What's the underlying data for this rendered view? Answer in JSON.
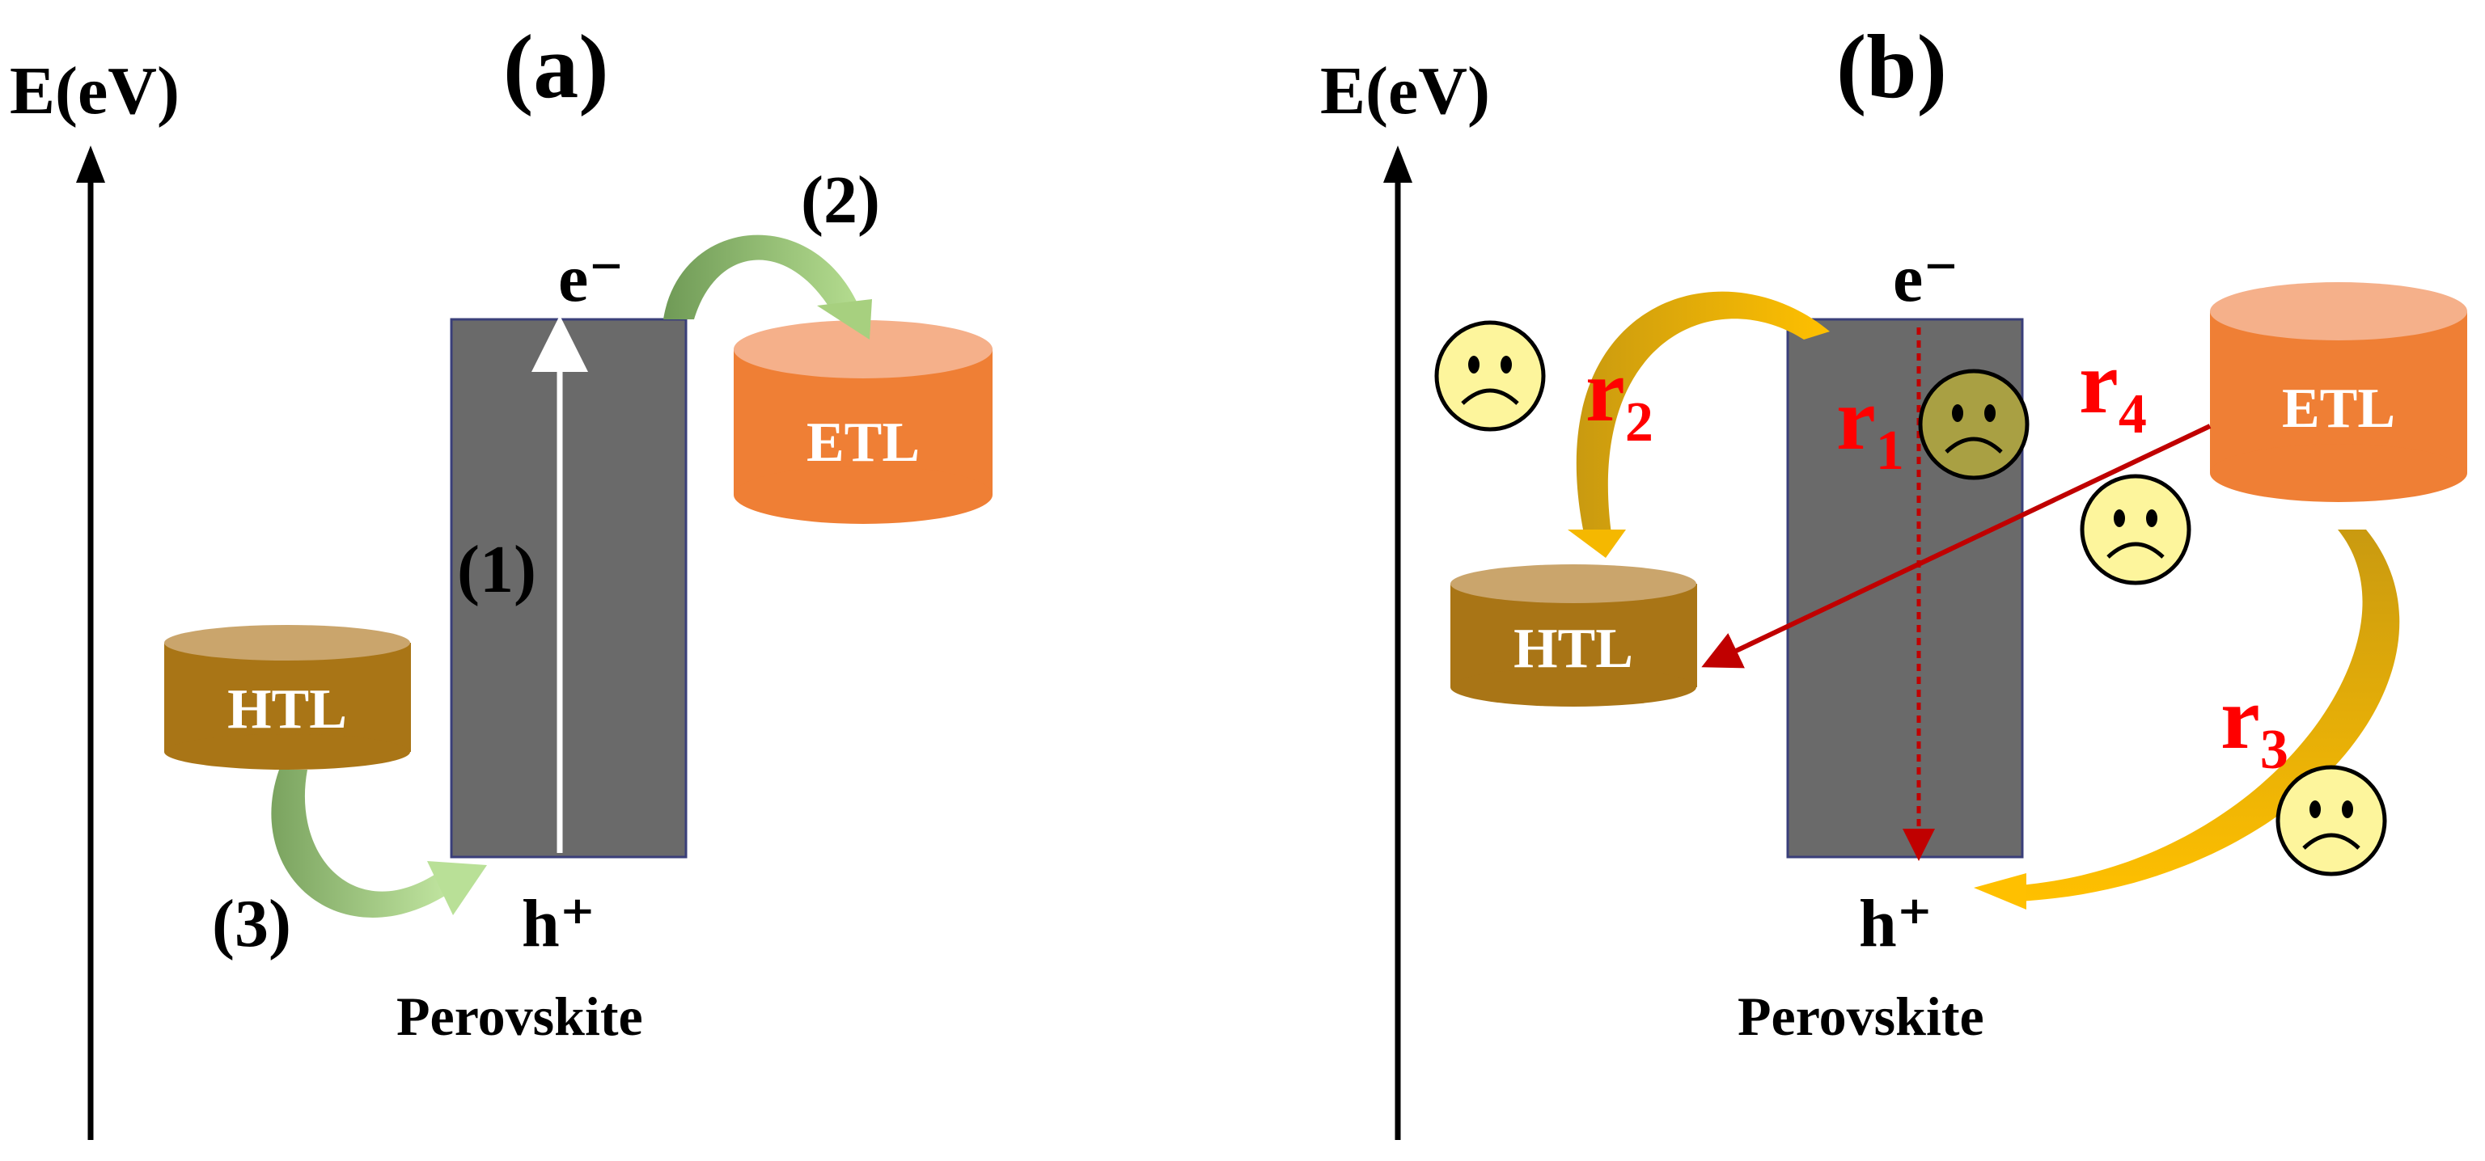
{
  "panel_a": {
    "axis_label": "E(eV)",
    "panel_label": "(a)",
    "electron_label": "e⁻",
    "hole_label": "h⁺",
    "material_label": "Perovskite",
    "etl_label": "ETL",
    "htl_label": "HTL",
    "step_1": "(1)",
    "step_2": "(2)",
    "step_3": "(3)"
  },
  "panel_b": {
    "axis_label": "E(eV)",
    "panel_label": "(b)",
    "electron_label": "e⁻",
    "hole_label": "h⁺",
    "material_label": "Perovskite",
    "etl_label": "ETL",
    "htl_label": "HTL",
    "rates": [
      {
        "letter": "r",
        "sub": "1"
      },
      {
        "letter": "r",
        "sub": "2"
      },
      {
        "letter": "r",
        "sub": "3"
      },
      {
        "letter": "r",
        "sub": "4"
      }
    ]
  },
  "colors": {
    "perovskite": "#6a6a6a",
    "etl_body": "#ef7f35",
    "etl_top": "#f5b08a",
    "htl_body": "#a97516",
    "htl_top": "#caa56c",
    "green_arrow": "#8fba6c",
    "gold_arrow": "#e8b200",
    "red_accent": "#ff0000",
    "dark_red_line": "#c00000",
    "face_yellow": "#fdf59c",
    "face_olive": "#a9a043"
  },
  "icons": [
    "sad-face-icon"
  ]
}
